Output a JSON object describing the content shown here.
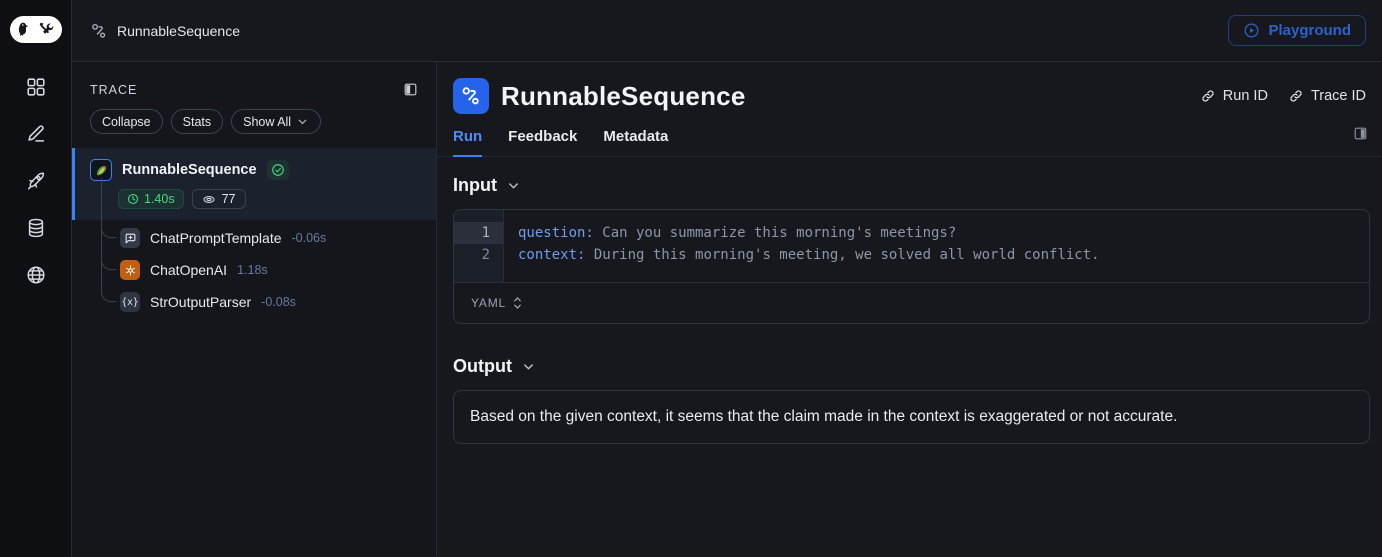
{
  "colors": {
    "accent_blue": "#3b82f6",
    "success_green": "#3fd97e",
    "openai_orange": "#c05f10",
    "playground_blue": "#2b63c9",
    "background": "#16181d"
  },
  "icons": {
    "logo": "langsmith-parrot-and-tools",
    "rail": [
      "dashboard-grid-icon",
      "annotate-pencil-icon",
      "rocket-icon",
      "datasets-database-icon",
      "globe-icon"
    ]
  },
  "topbar": {
    "breadcrumb": "RunnableSequence",
    "playground_label": "Playground"
  },
  "trace": {
    "title": "TRACE",
    "collapse_label": "Collapse",
    "stats_label": "Stats",
    "show_all_label": "Show All",
    "root": {
      "name": "RunnableSequence",
      "latency": "1.40s",
      "tokens": "77"
    },
    "children": [
      {
        "name": "ChatPromptTemplate",
        "latency": "-0.06s"
      },
      {
        "name": "ChatOpenAI",
        "latency": "1.18s"
      },
      {
        "name": "StrOutputParser",
        "latency": "-0.08s"
      }
    ],
    "parser_glyph": "{x}"
  },
  "main": {
    "title": "RunnableSequence",
    "run_id_label": "Run ID",
    "trace_id_label": "Trace ID",
    "tabs": [
      "Run",
      "Feedback",
      "Metadata"
    ],
    "input_heading": "Input",
    "code": {
      "line1_num": "1",
      "line1_key": "question:",
      "line1_value": " Can you summarize this morning's meetings?",
      "line2_num": "2",
      "line2_key": "context:",
      "line2_value": " During this morning's meeting, we solved all world conflict.",
      "format_label": "YAML"
    },
    "output_heading": "Output",
    "output_text": "Based on the given context, it seems that the claim made in the context is exaggerated or not accurate."
  }
}
